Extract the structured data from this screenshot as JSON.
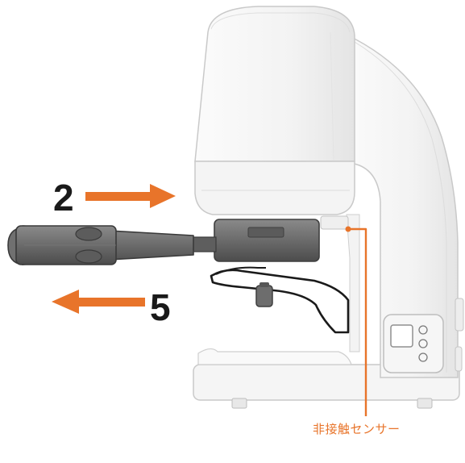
{
  "labels": {
    "step_in": "2",
    "step_out": "5",
    "sensor": "非接触センサー"
  },
  "colors": {
    "accent": "#e8742a",
    "outline": "#c9c9c9",
    "machine_fill": "#f7f7f7",
    "portafilter": "#6b6b6b",
    "portafilter_dark": "#4a4a4a",
    "text": "#1a1a1a"
  },
  "icons": {
    "arrow_in": "arrow-right-icon",
    "arrow_out": "arrow-left-icon"
  }
}
